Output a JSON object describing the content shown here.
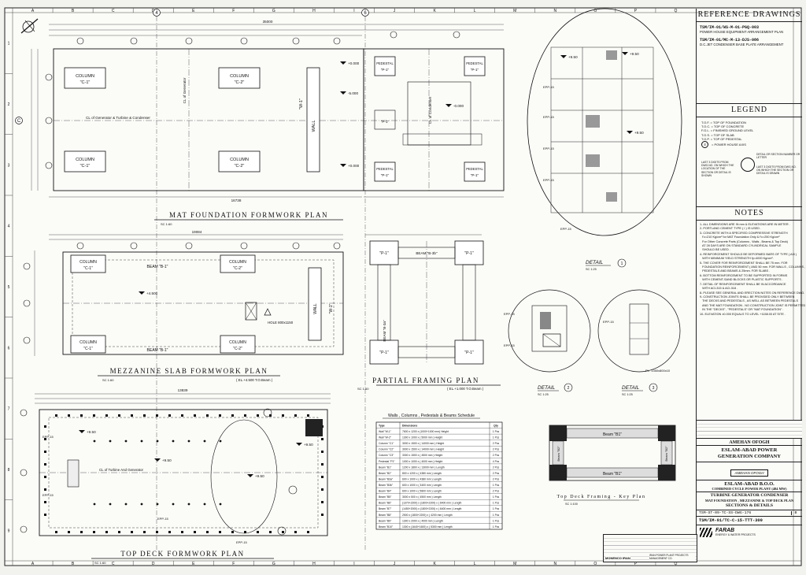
{
  "grid": {
    "columns": [
      "A",
      "B",
      "C",
      "D",
      "E",
      "F",
      "G",
      "H",
      "I",
      "J",
      "K",
      "L",
      "M",
      "N",
      "O",
      "P",
      "Q"
    ],
    "rows": [
      "1",
      "2",
      "3",
      "4",
      "5",
      "6",
      "7",
      "8",
      "9"
    ]
  },
  "axis_bubbles": [
    "4",
    "6",
    "C"
  ],
  "plans": {
    "mat": {
      "title": "MAT FOUNDATION FORMWORK PLAN",
      "scale": "SC 1:60",
      "columns": [
        {
          "name": "COLUMN",
          "mark": "\"C-1\""
        },
        {
          "name": "COLUMN",
          "mark": "\"C-2\""
        },
        {
          "name": "COLUMN",
          "mark": "\"C-1\""
        },
        {
          "name": "COLUMN",
          "mark": "\"C-2\""
        }
      ],
      "wall": "WALL",
      "wall_mark": "\"W-1\"",
      "cl_label": "CL of Generator",
      "turbine_label": "CL of Generator & Turbine & Condenser",
      "pedestals": [
        "PEDESTAL",
        "PEDESTAL",
        "PEDESTAL",
        "PEDESTAL"
      ],
      "pedestal_mark": "\"P-1\"",
      "condenser": "CL of Condenser",
      "top_dim": "35000",
      "bottom_dim": "16738",
      "levels": [
        "+0.000",
        "-5.000",
        "+0.000",
        "-0.000"
      ]
    },
    "mezz": {
      "title": "MEZZANINE SLAB FORMWORK PLAN",
      "subtitle": "( EL.+4.500 T.O.Beam )",
      "scale": "SC 1:60",
      "columns": [
        {
          "name": "COLUMN",
          "mark": "\"C-1\""
        },
        {
          "name": "COLUMN",
          "mark": "\"C-2\""
        },
        {
          "name": "COLUMN",
          "mark": "\"C-1\""
        },
        {
          "name": "COLUMN",
          "mark": "\"C-2\""
        }
      ],
      "beam_top": "BEAM \"B-1\"",
      "beam_bot": "BEAM \"B-1\"",
      "wall": "WALL",
      "wall_mark": "\"W-1\"",
      "hole": "HOLE 800x1150",
      "level": "+4.500",
      "dim": "19084"
    },
    "partial": {
      "title": "PARTIAL FRAMING PLAN",
      "subtitle": "( EL.+1.000 T.O.Beam )",
      "scale": "SC 1:60",
      "beam": "BEAM \"B-3b\"",
      "cols": [
        "\"P-1\"",
        "\"P-1\"",
        "\"P-1\"",
        "\"P-1\""
      ],
      "side_beam": "BEAM \"B-3a\""
    },
    "top": {
      "title": "TOP DECK FORMWORK PLAN",
      "scale": "SC 1:60",
      "dim": "13839",
      "cl1": "CL of Turbine And Generator",
      "levels": [
        "+9.50",
        "+9.50",
        "+9.50",
        "+9.50"
      ]
    },
    "key": {
      "title": "Top Deck Framing - Key Plan",
      "scale": "SC 1:100",
      "beam_top": "Beam \"B1\"",
      "beam_bot": "Beam \"B1\"",
      "beam_left": "Beam \"B2\"",
      "beam_right": "Beam \"B2\""
    },
    "details": [
      {
        "label": "DETAIL",
        "num": "1",
        "scale": "SC 1:25"
      },
      {
        "label": "DETAIL",
        "num": "2",
        "scale": "SC 1:25"
      },
      {
        "label": "DETAIL",
        "num": "3",
        "scale": "SC 1:25"
      }
    ],
    "detail_note": "PL. 1350x800x10",
    "epp_label": "EPP-15"
  },
  "schedule": {
    "title": "Walls , Columns , Pedestals & Beams Schedule",
    "headers": [
      "Type",
      "Dimensions",
      "Qty"
    ],
    "rows": [
      [
        "Wall \"W-1\"",
        "7600 x 1200 x (1000+1000 mm) Height",
        "1 Pcs"
      ],
      [
        "Wall \"W-2\"",
        "1300 x 1000 x ( 5000 mm ) Height",
        "1 Pcs"
      ],
      [
        "Column \"C1\"",
        "3000 x 1500 x ( 14000 mm ) Height",
        "2 Pcs"
      ],
      [
        "Column \"C2\"",
        "3000 x 1500 x ( 14000 mm ) Height",
        "2 Pcs"
      ],
      [
        "Column \"C3\"",
        "3300 x 1500 x ( 4500 mm ) Height",
        "2 Pcs"
      ],
      [
        "Pedestal \"P1\"",
        "1000 x 1000 x ( 4000 mm ) Height",
        "4 Pcs"
      ],
      [
        "Beam \"B1\"",
        "1200 x 1800 x ( 13000 mm ) Length",
        "2 Pcs"
      ],
      [
        "Beam \"B2\"",
        "800 x 1200 x ( 4380 mm ) Length",
        "2 Pcs"
      ],
      [
        "Beam \"B3a\"",
        "600 x 1000 x ( 4380 mm ) Length",
        "2 Pcs"
      ],
      [
        "Beam \"B3b\"",
        "600 x 1000 x ( 3400 mm ) Length",
        "1 Pcs"
      ],
      [
        "Beam \"B4\"",
        "600 x 1000 x ( 5800 mm ) Length",
        "2 Pcs"
      ],
      [
        "Beam \"B5\"",
        "3000 x 500 x ( 4500 mm ) Length",
        "1 Pcs"
      ],
      [
        "Beam \"B6\"",
        "(1370+2200) x (1800+2200) x ( 6400 mm ) Length",
        "1 Pcs"
      ],
      [
        "Beam \"B7\"",
        "(1450+2000) x (1800+2200) x ( 6400 mm ) Length",
        "1 Pcs"
      ],
      [
        "Beam \"B8\"",
        "2500 x (1800+2200) x ( 4200 mm ) Length",
        "1 Pcs"
      ],
      [
        "Beam \"B9\"",
        "1300 x 2000 x ( 4000 mm ) Length",
        "1 Pcs"
      ],
      [
        "Beam \"B10\"",
        "1300 x (1640+1600) x ( 5300 mm ) Length",
        "1 Pcs"
      ]
    ]
  },
  "panel": {
    "ref_title": "REFERENCE DRAWINGS",
    "refs": [
      {
        "code": "TSM/IM-01/WS-M-01-PGQ-003",
        "desc": "POWER HOUSE EQUIPMENT ARRANGEMENT PLAN"
      },
      {
        "code": "TSM/IM-01/MC-M-13-DJS-086",
        "desc": "D.C.JET CONDENSER BASE PLATE ARRANGEMENT"
      }
    ],
    "legend_title": "LEGEND",
    "legend": [
      "T.O.F. = TOP OF FOUNDATION",
      "T.O.C. = TOP OF CONCRETE",
      "F.G.L. = FINISHED GROUND LEVEL",
      "T.O.S. = TOP OF SLAB",
      "T.O.P. = TOP OF PEDESTAL",
      "= POWER HOUSE AXIS"
    ],
    "legend_axis": "4",
    "legend_symbol": {
      "left": "LAST 3 DIGITS FROM DWG.NO. ON WHICH THE LOCATION OF THE SECTION OR DETAIL IS SHOWN",
      "top": "DETAIL OR SECTION NUMBER OR LETTER",
      "right": "LAST 3 DIGITS FROM DWG.NO. ON WHICH THE SECTION OR DETAIL IS DRAWN"
    },
    "notes_title": "NOTES",
    "notes": [
      "1- ALL DIMENSIONS ARE IN mm & ELEVATIONS ARE IN METER .",
      "2- PORTLAND CEMENT TYPE ( I ) IS USED .",
      "3- CONCRETE WITH A SPECIFIED COMPRESSIVE STRENGTH",
      "   f'c=210 Kg/cm² for MAT Foundation Only & f'c=250 Kg/cm²",
      "   For Other Concrete Parts (Columns , Walls , Beams & Top Deck)",
      "   AT 28 DAYS ARE ON STANDARD CYLINDRICAL SAMPLE",
      "   SHOULD BE USED .",
      "4- REINFORCEMENT SHOULD BE DEFORMED BARS OF TYPE ( AIII )",
      "   WITH MINIMUM YIELD STRENGTH fy=4000 Kg/cm².",
      "5- THE COVER FOR REINFORCEMENT SHALL BE 75 mm. FOR",
      "   FOUNDATION REINFORCEMENT ( AND 50 mm. FOR WALLS , COLUMNS ,",
      "   PEDESTALS AND BEAMS & 25mm. FOR SLABS .",
      "6- BOTTOM REINFORCEMENT TO BE SUPPORTED IN FORMS",
      "   WITH CEMENT-SAND BLOCKS OR PLASTIC SUPPORTS .",
      "7- DETAIL OF REINFORCEMENT SHALL BE IN ACCORDANCE",
      "   WITH ACI-315 & ACI-318 .",
      "8- PLEASE SEE GENERAL AND ERECTION NOTES ON REFERENCE DWG.",
      "9- CONSTRUCTION JOINTS SHALL BE PROVIDED ONLY BETWEEN",
      "   THE DECKS AND PEDESTALS , AS WELL AS BETWEEN PEDESTALS",
      "   AND THE MAT FOUNDATION . NO CONSTRUCTION JOINT IS PERMITTED",
      "   IN THE \"DECKS\" , \"PEDESTALS\" OR \"MAT FOUNDATION\" .",
      "10- ELEVATION ±0.000 EQUALS TO LEVEL +1158.00 AT SITE ."
    ],
    "company1": "AMEHAN OFOGH",
    "company2": "ESLAM-ABAD POWER",
    "company3": "GENERATION COMPANY",
    "project1": "ESLAM-ABAD B.O.O.",
    "project2": "COMBINED CYCLE POWER PLANT (484 MW)",
    "drawing1": "TURBINE GENERATOR CONDENSER",
    "drawing2": "MAT FOUNDATION , MEZZANINE & TOP DECK PLAN",
    "drawing3": "SECTIONS & DETAILS",
    "dwg_no": "TSM/IM-01/TC-C-15-TTT-300",
    "contractor_no": "TSM-ST-09-TC-SS-DWG-176",
    "farab": "FARAB",
    "farab_sub": "ENERGY & WATER PROJECTS",
    "moshanir": "MONENCO IRAN",
    "moshanir2": "IRAN POWER PLANT PROJECTS MANAGEMENT CO.",
    "rev": "B"
  }
}
